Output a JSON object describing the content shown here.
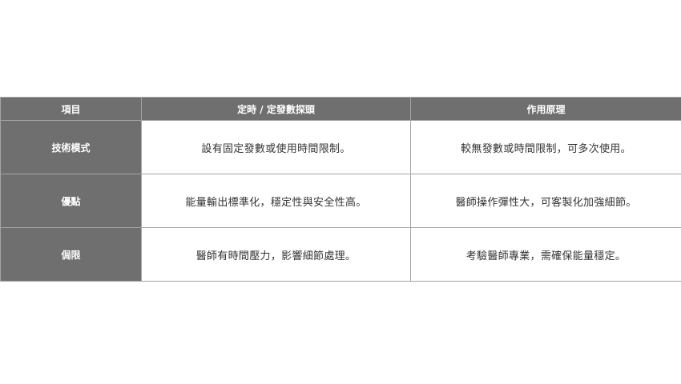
{
  "table": {
    "headers": [
      "項目",
      "定時 / 定發數探頭",
      "作用原理"
    ],
    "rows": [
      {
        "label": "技術模式",
        "cells": [
          "設有固定發數或使用時間限制。",
          "較無發數或時間限制，可多次使用。"
        ]
      },
      {
        "label": "優點",
        "cells": [
          "能量輸出標準化，穩定性與安全性高。",
          "醫師操作彈性大，可客製化加強細節。"
        ]
      },
      {
        "label": "侷限",
        "cells": [
          "醫師有時間壓力，影響細節處理。",
          "考驗醫師專業，需確保能量穩定。"
        ]
      }
    ]
  },
  "colors": {
    "header_bg": "#6f6f6f",
    "header_text": "#ffffff",
    "border": "#a3a3a3",
    "cell_text": "#333333"
  }
}
